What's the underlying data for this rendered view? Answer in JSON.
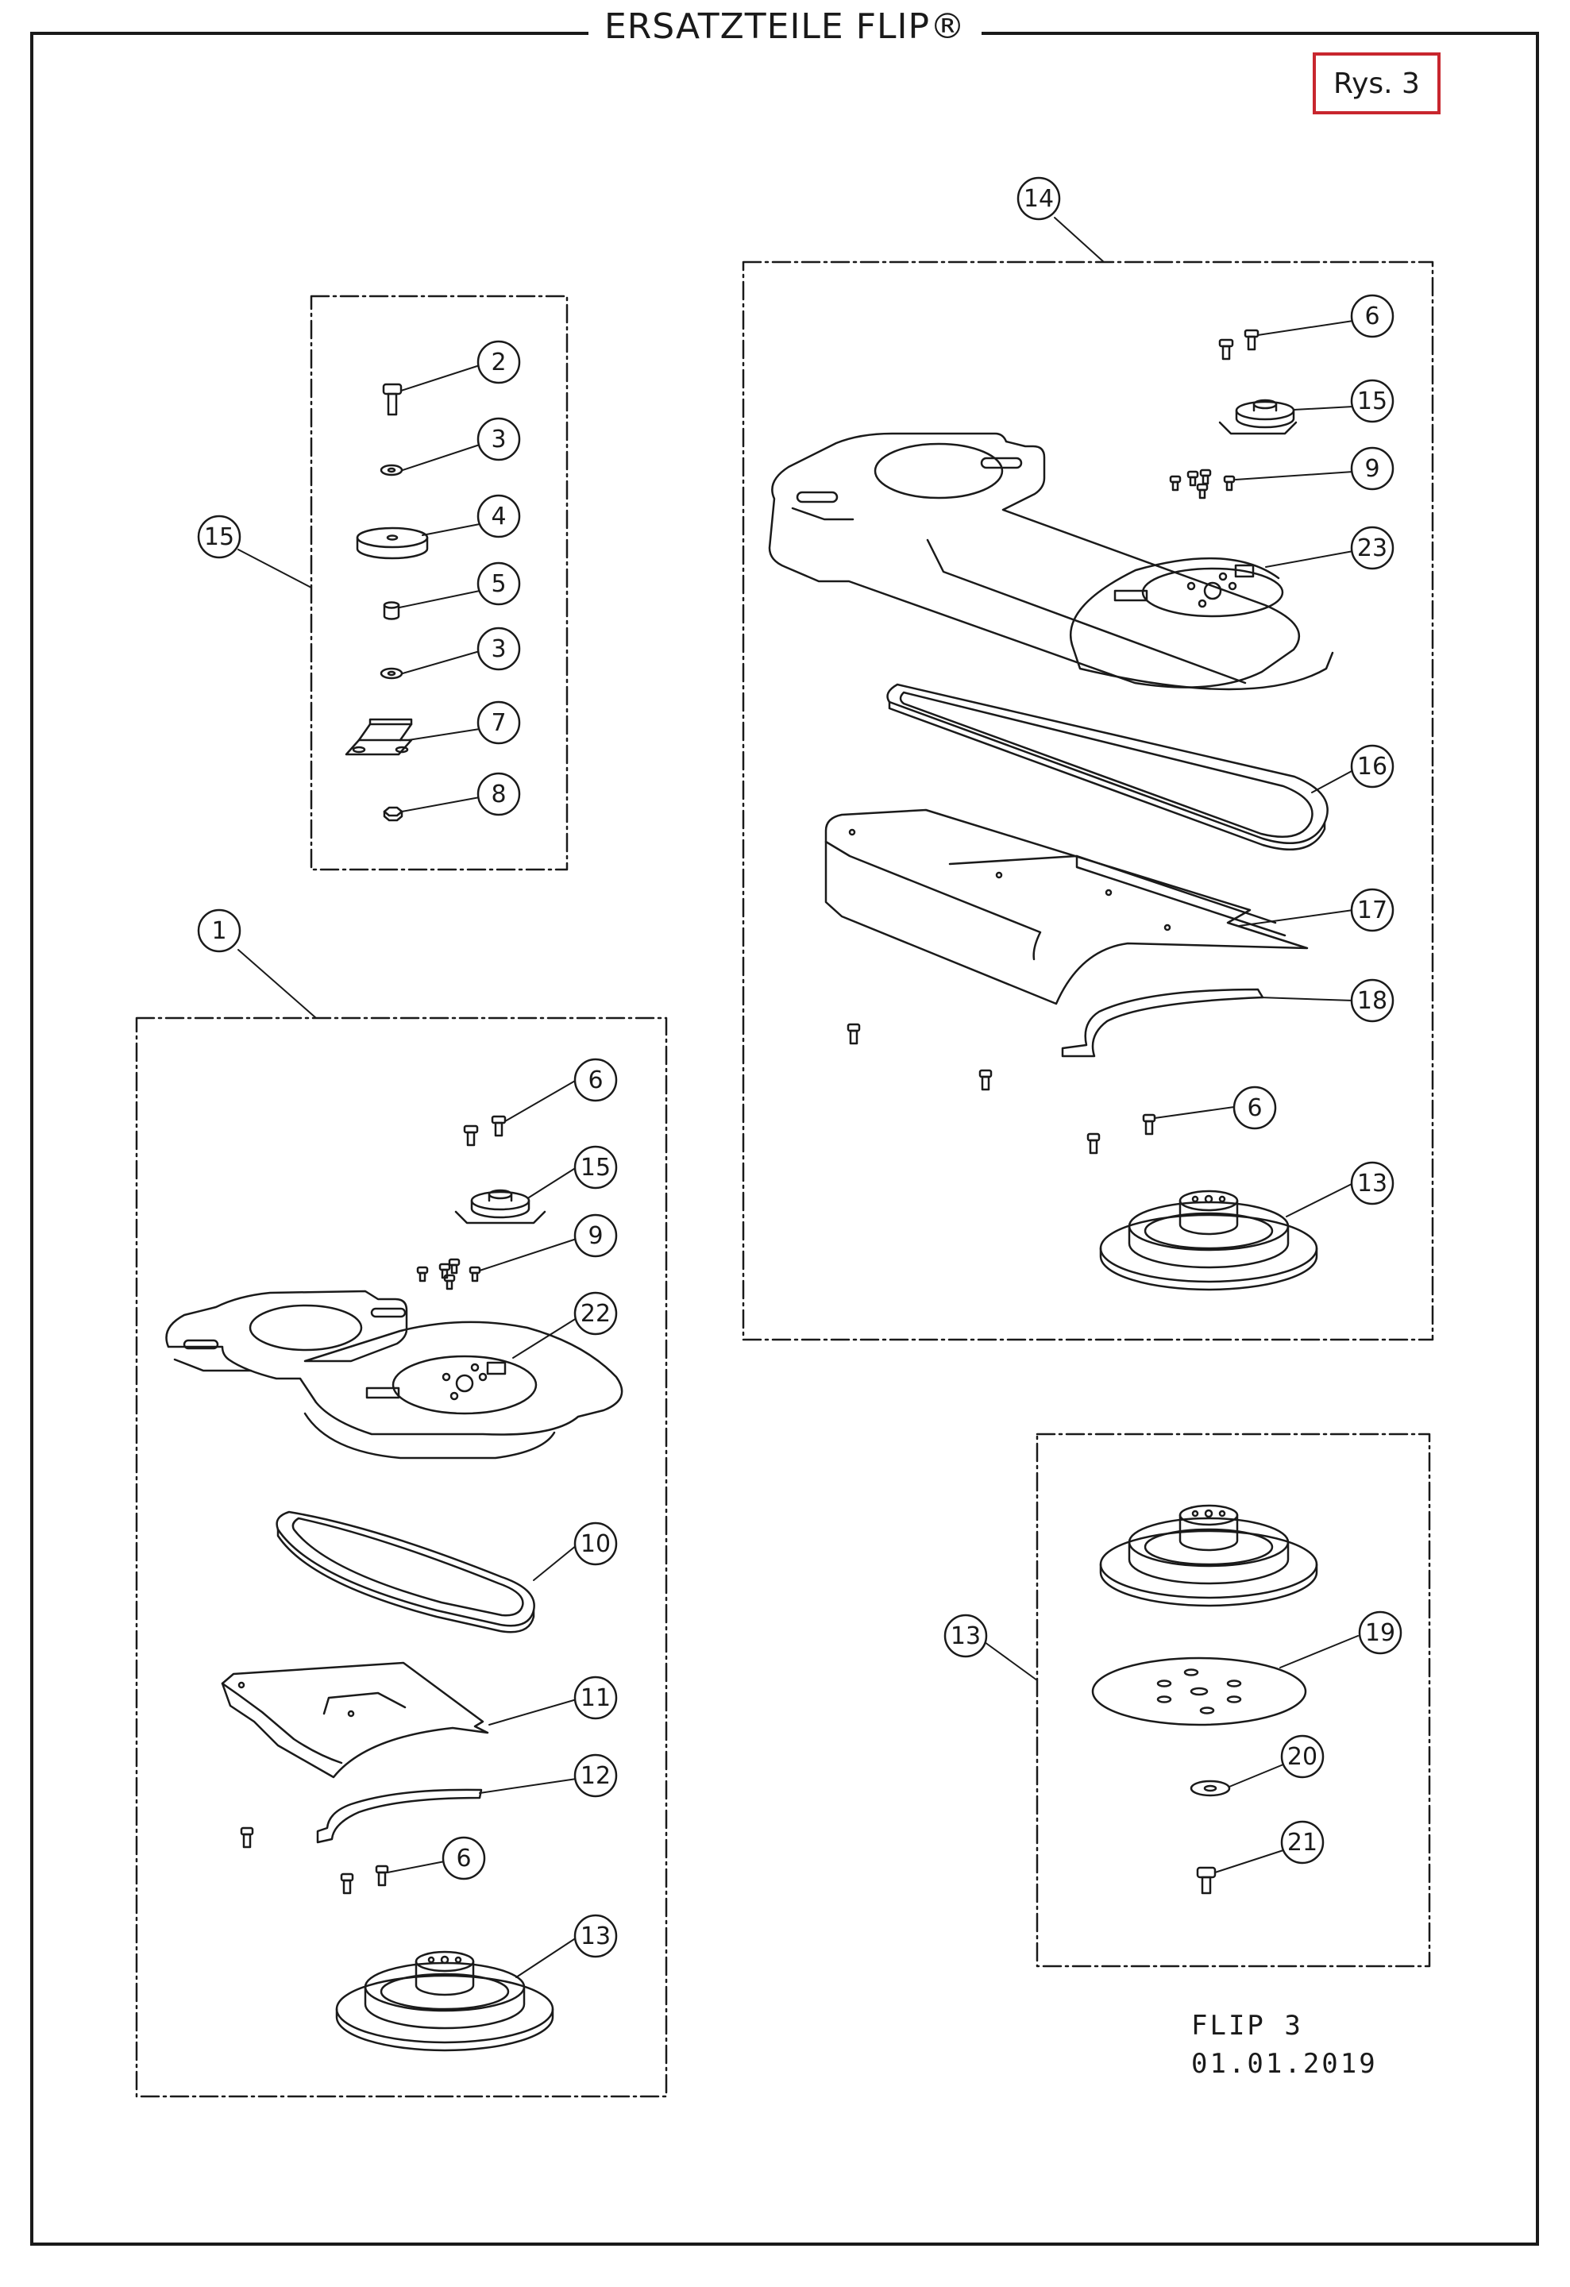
{
  "title": "ERSATZTEILE FLIP®",
  "figure_label": "Rys. 3",
  "doc_ref": {
    "model": "FLIP 3",
    "date": "01.01.2019"
  },
  "colors": {
    "line": "#1a1a1a",
    "figure_label_border": "#c8262e",
    "background": "#ffffff"
  },
  "assemblies": [
    {
      "id": "15",
      "callouts": [
        "2",
        "3",
        "4",
        "5",
        "3",
        "7",
        "8"
      ]
    },
    {
      "id": "14",
      "callouts": [
        "6",
        "15",
        "9",
        "23",
        "16",
        "17",
        "18",
        "6",
        "13"
      ]
    },
    {
      "id": "1",
      "callouts": [
        "6",
        "15",
        "9",
        "22",
        "10",
        "11",
        "12",
        "6",
        "13"
      ]
    },
    {
      "id": "13",
      "callouts": [
        "19",
        "20",
        "21"
      ]
    }
  ],
  "callouts": [
    {
      "n": "2"
    },
    {
      "n": "3"
    },
    {
      "n": "4"
    },
    {
      "n": "5"
    },
    {
      "n": "3"
    },
    {
      "n": "7"
    },
    {
      "n": "8"
    },
    {
      "n": "15"
    },
    {
      "n": "14"
    },
    {
      "n": "6"
    },
    {
      "n": "15"
    },
    {
      "n": "9"
    },
    {
      "n": "23"
    },
    {
      "n": "16"
    },
    {
      "n": "17"
    },
    {
      "n": "18"
    },
    {
      "n": "6"
    },
    {
      "n": "13"
    },
    {
      "n": "1"
    },
    {
      "n": "6"
    },
    {
      "n": "15"
    },
    {
      "n": "9"
    },
    {
      "n": "22"
    },
    {
      "n": "10"
    },
    {
      "n": "11"
    },
    {
      "n": "12"
    },
    {
      "n": "6"
    },
    {
      "n": "13"
    },
    {
      "n": "13"
    },
    {
      "n": "19"
    },
    {
      "n": "20"
    },
    {
      "n": "21"
    }
  ]
}
